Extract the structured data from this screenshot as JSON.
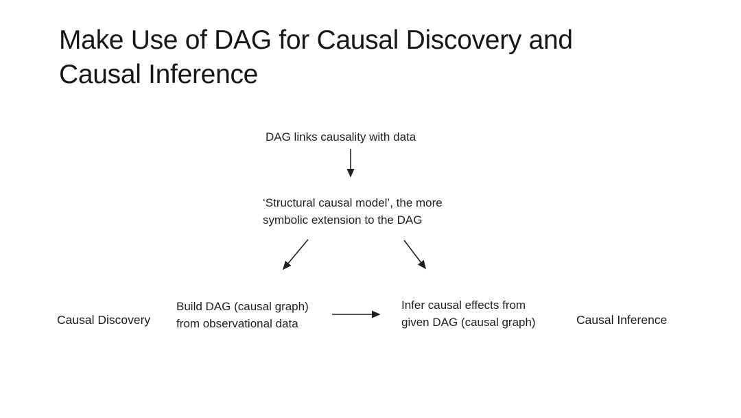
{
  "slide": {
    "title": "Make Use of DAG for Causal Discovery and\nCausal Inference",
    "nodes": {
      "dag_links": {
        "label": "DAG links causality with data"
      },
      "structural_causal_model": {
        "label": "‘Structural causal model’, the more\nsymbolic extension to the DAG"
      },
      "build_dag": {
        "label": "Build DAG (causal graph)\nfrom observational data"
      },
      "infer_effects": {
        "label": "Infer causal effects from\ngiven DAG (causal graph)"
      },
      "causal_discovery": {
        "label": "Causal Discovery"
      },
      "causal_inference": {
        "label": "Causal Inference"
      }
    },
    "edges": [
      {
        "from": "dag_links",
        "to": "structural_causal_model"
      },
      {
        "from": "structural_causal_model",
        "to": "build_dag"
      },
      {
        "from": "structural_causal_model",
        "to": "infer_effects"
      },
      {
        "from": "build_dag",
        "to": "infer_effects"
      }
    ],
    "colors": {
      "background": "#ffffff",
      "text": "#1f1f1f",
      "arrow": "#1f1f1f"
    }
  }
}
